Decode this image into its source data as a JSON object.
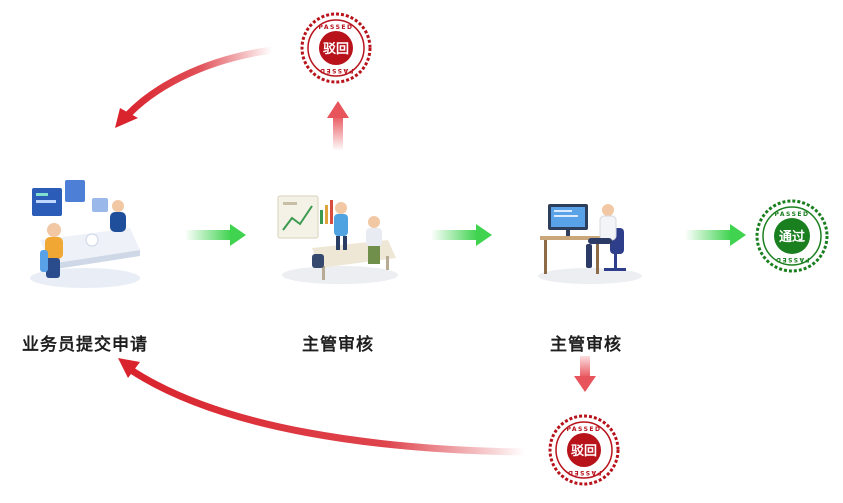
{
  "steps": [
    {
      "label": "业务员提交申请",
      "icon": "salesperson-at-desk-illustration"
    },
    {
      "label": "主管审核",
      "icon": "meeting-presentation-illustration"
    },
    {
      "label": "主管审核",
      "icon": "manager-at-computer-illustration"
    }
  ],
  "stamps": {
    "reject_top": {
      "text": "驳回",
      "ring_text": "PASSED",
      "color": "#b8121b"
    },
    "reject_bottom": {
      "text": "驳回",
      "ring_text": "PASSED",
      "color": "#b8121b"
    },
    "approve": {
      "text": "通过",
      "ring_text": "PASSED",
      "color": "#1a7f1f"
    }
  },
  "colors": {
    "forward_arrow": "#3fd34f",
    "reject_arrow": "#d9232d",
    "reject_up_arrow": "#e8545b"
  }
}
